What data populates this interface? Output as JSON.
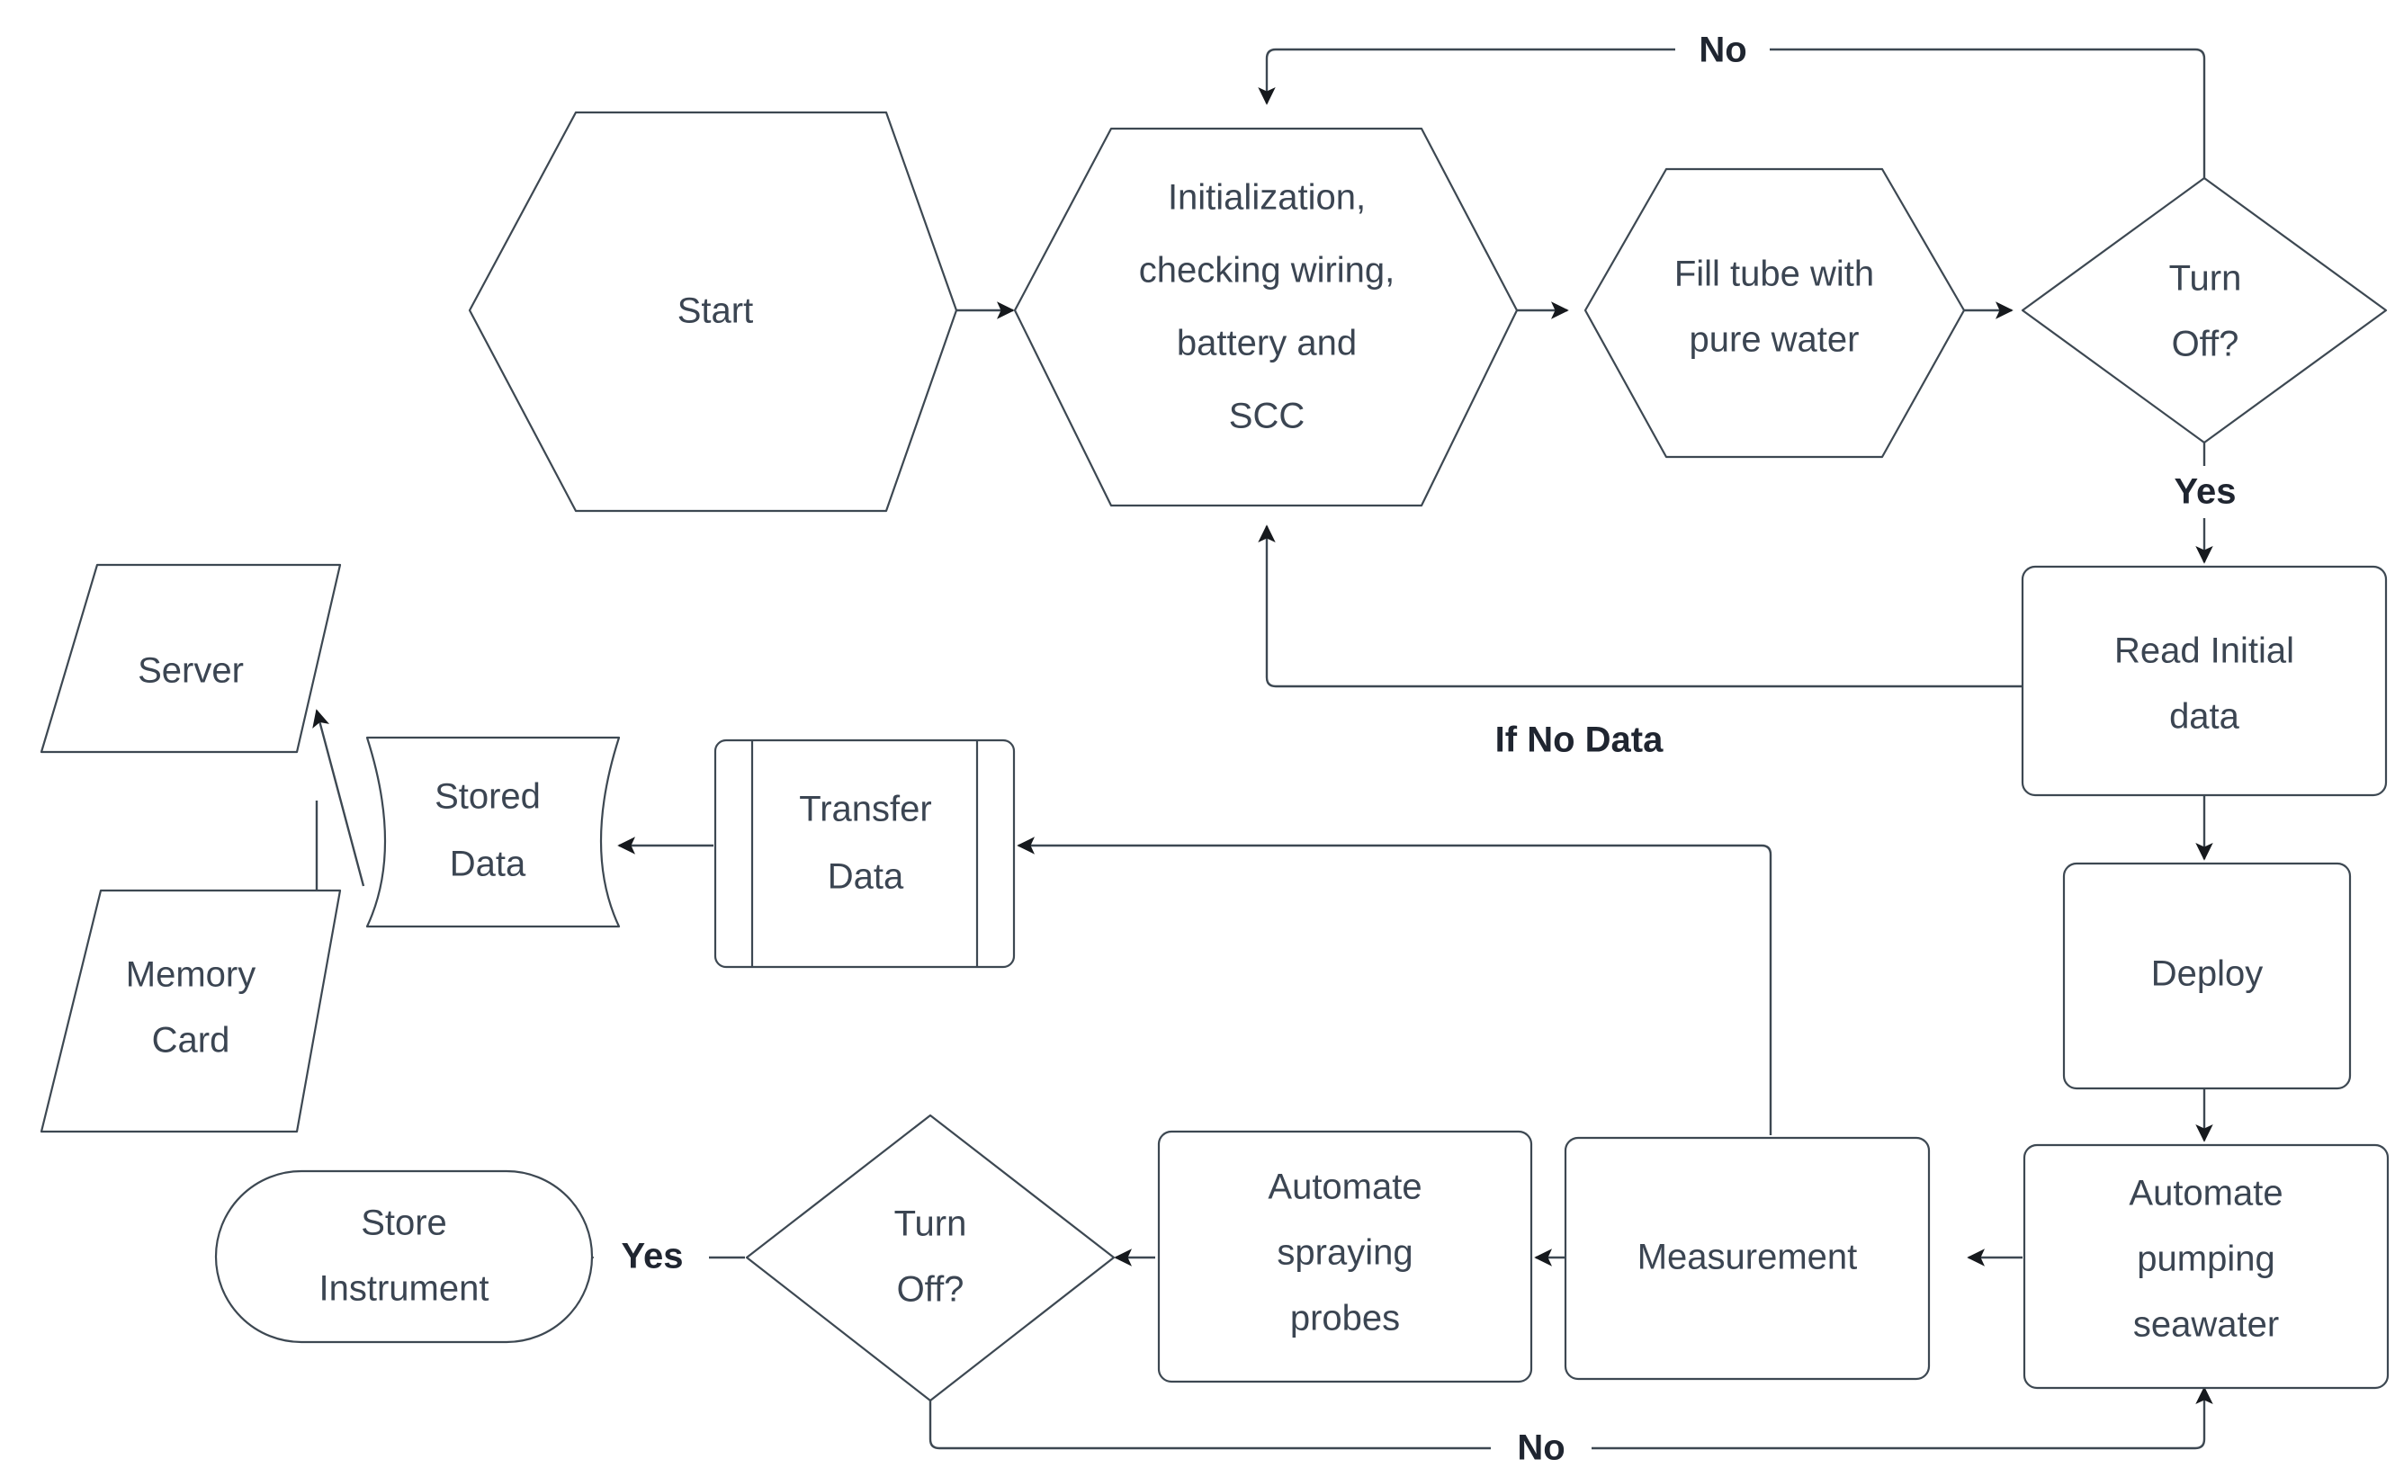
{
  "diagram": {
    "title": "Autonomous seawater measurement instrument operation flowchart",
    "background_color": "#ffffff",
    "node_stroke_color": "#3d4852",
    "node_fill_color": "#ffffff",
    "node_text_color": "#3b4552",
    "edge_color": "#3d4852",
    "edge_label_color": "#1f2530"
  },
  "nodes": {
    "start": {
      "label": "Start",
      "shape": "hexagon"
    },
    "initialization": {
      "line1": "Initialization,",
      "line2": "checking wiring,",
      "line3": "battery and",
      "line4": "SCC",
      "shape": "hexagon"
    },
    "fill_tube": {
      "line1": "Fill tube with",
      "line2": "pure water",
      "shape": "hexagon"
    },
    "turn_off_top": {
      "line1": "Turn",
      "line2": "Off?",
      "shape": "diamond"
    },
    "read_initial_data": {
      "line1": "Read Initial",
      "line2": "data",
      "shape": "rounded-rect"
    },
    "deploy": {
      "label": "Deploy",
      "shape": "rounded-rect"
    },
    "automate_pumping": {
      "line1": "Automate",
      "line2": "pumping",
      "line3": "seawater",
      "shape": "rounded-rect"
    },
    "measurement": {
      "label": "Measurement",
      "shape": "rounded-rect"
    },
    "automate_spraying": {
      "line1": "Automate",
      "line2": "spraying",
      "line3": "probes",
      "shape": "rounded-rect"
    },
    "turn_off_bottom": {
      "line1": "Turn",
      "line2": "Off?",
      "shape": "diamond"
    },
    "store_instrument": {
      "line1": "Store",
      "line2": "Instrument",
      "shape": "stadium"
    },
    "transfer_data": {
      "line1": "Transfer",
      "line2": "Data",
      "shape": "predefined-process"
    },
    "stored_data": {
      "line1": "Stored",
      "line2": "Data",
      "shape": "tape"
    },
    "server": {
      "label": "Server",
      "shape": "parallelogram"
    },
    "memory_card": {
      "line1": "Memory",
      "line2": "Card",
      "shape": "parallelogram"
    }
  },
  "edge_labels": {
    "no_top": "No",
    "yes_top": "Yes",
    "if_no_data": "If No Data",
    "yes_bottom": "Yes",
    "no_bottom": "No"
  },
  "chart_data": {
    "type": "flowchart",
    "nodes": [
      {
        "id": "start",
        "text": "Start",
        "shape": "hexagon"
      },
      {
        "id": "initialization",
        "text": "Initialization, checking wiring, battery and SCC",
        "shape": "hexagon"
      },
      {
        "id": "fill_tube",
        "text": "Fill tube with pure water",
        "shape": "hexagon"
      },
      {
        "id": "turn_off_top",
        "text": "Turn Off?",
        "shape": "diamond"
      },
      {
        "id": "read_initial_data",
        "text": "Read Initial data",
        "shape": "rounded-rect"
      },
      {
        "id": "deploy",
        "text": "Deploy",
        "shape": "rounded-rect"
      },
      {
        "id": "automate_pumping",
        "text": "Automate pumping seawater",
        "shape": "rounded-rect"
      },
      {
        "id": "measurement",
        "text": "Measurement",
        "shape": "rounded-rect"
      },
      {
        "id": "automate_spraying",
        "text": "Automate spraying probes",
        "shape": "rounded-rect"
      },
      {
        "id": "turn_off_bottom",
        "text": "Turn Off?",
        "shape": "diamond"
      },
      {
        "id": "store_instrument",
        "text": "Store Instrument",
        "shape": "stadium"
      },
      {
        "id": "transfer_data",
        "text": "Transfer Data",
        "shape": "predefined-process"
      },
      {
        "id": "stored_data",
        "text": "Stored Data",
        "shape": "tape"
      },
      {
        "id": "server",
        "text": "Server",
        "shape": "parallelogram"
      },
      {
        "id": "memory_card",
        "text": "Memory Card",
        "shape": "parallelogram"
      }
    ],
    "edges": [
      {
        "from": "start",
        "to": "initialization",
        "label": ""
      },
      {
        "from": "initialization",
        "to": "fill_tube",
        "label": ""
      },
      {
        "from": "fill_tube",
        "to": "turn_off_top",
        "label": ""
      },
      {
        "from": "turn_off_top",
        "to": "initialization",
        "label": "No"
      },
      {
        "from": "turn_off_top",
        "to": "read_initial_data",
        "label": "Yes"
      },
      {
        "from": "read_initial_data",
        "to": "initialization",
        "label": "If No Data"
      },
      {
        "from": "read_initial_data",
        "to": "deploy",
        "label": ""
      },
      {
        "from": "deploy",
        "to": "automate_pumping",
        "label": ""
      },
      {
        "from": "automate_pumping",
        "to": "measurement",
        "label": ""
      },
      {
        "from": "measurement",
        "to": "automate_spraying",
        "label": ""
      },
      {
        "from": "measurement",
        "to": "transfer_data",
        "label": ""
      },
      {
        "from": "automate_spraying",
        "to": "turn_off_bottom",
        "label": ""
      },
      {
        "from": "turn_off_bottom",
        "to": "store_instrument",
        "label": "Yes"
      },
      {
        "from": "turn_off_bottom",
        "to": "automate_pumping",
        "label": "No"
      },
      {
        "from": "transfer_data",
        "to": "stored_data",
        "label": ""
      },
      {
        "from": "stored_data",
        "to": "server",
        "label": ""
      },
      {
        "from": "stored_data",
        "to": "memory_card",
        "label": ""
      }
    ]
  }
}
